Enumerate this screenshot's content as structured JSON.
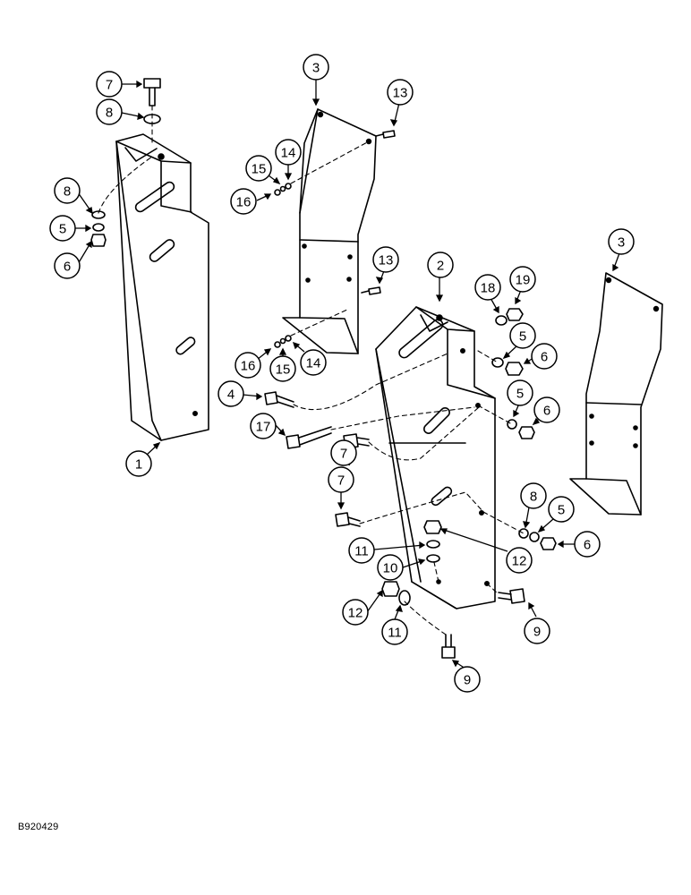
{
  "figure_id": "B920429",
  "callouts": [
    "7",
    "8",
    "8",
    "5",
    "6",
    "1",
    "3",
    "13",
    "14",
    "15",
    "16",
    "13",
    "16",
    "15",
    "14",
    "4",
    "17",
    "7",
    "7",
    "2",
    "18",
    "19",
    "5",
    "6",
    "5",
    "6",
    "3",
    "8",
    "5",
    "6",
    "11",
    "12",
    "10",
    "12",
    "11",
    "9",
    "9"
  ]
}
